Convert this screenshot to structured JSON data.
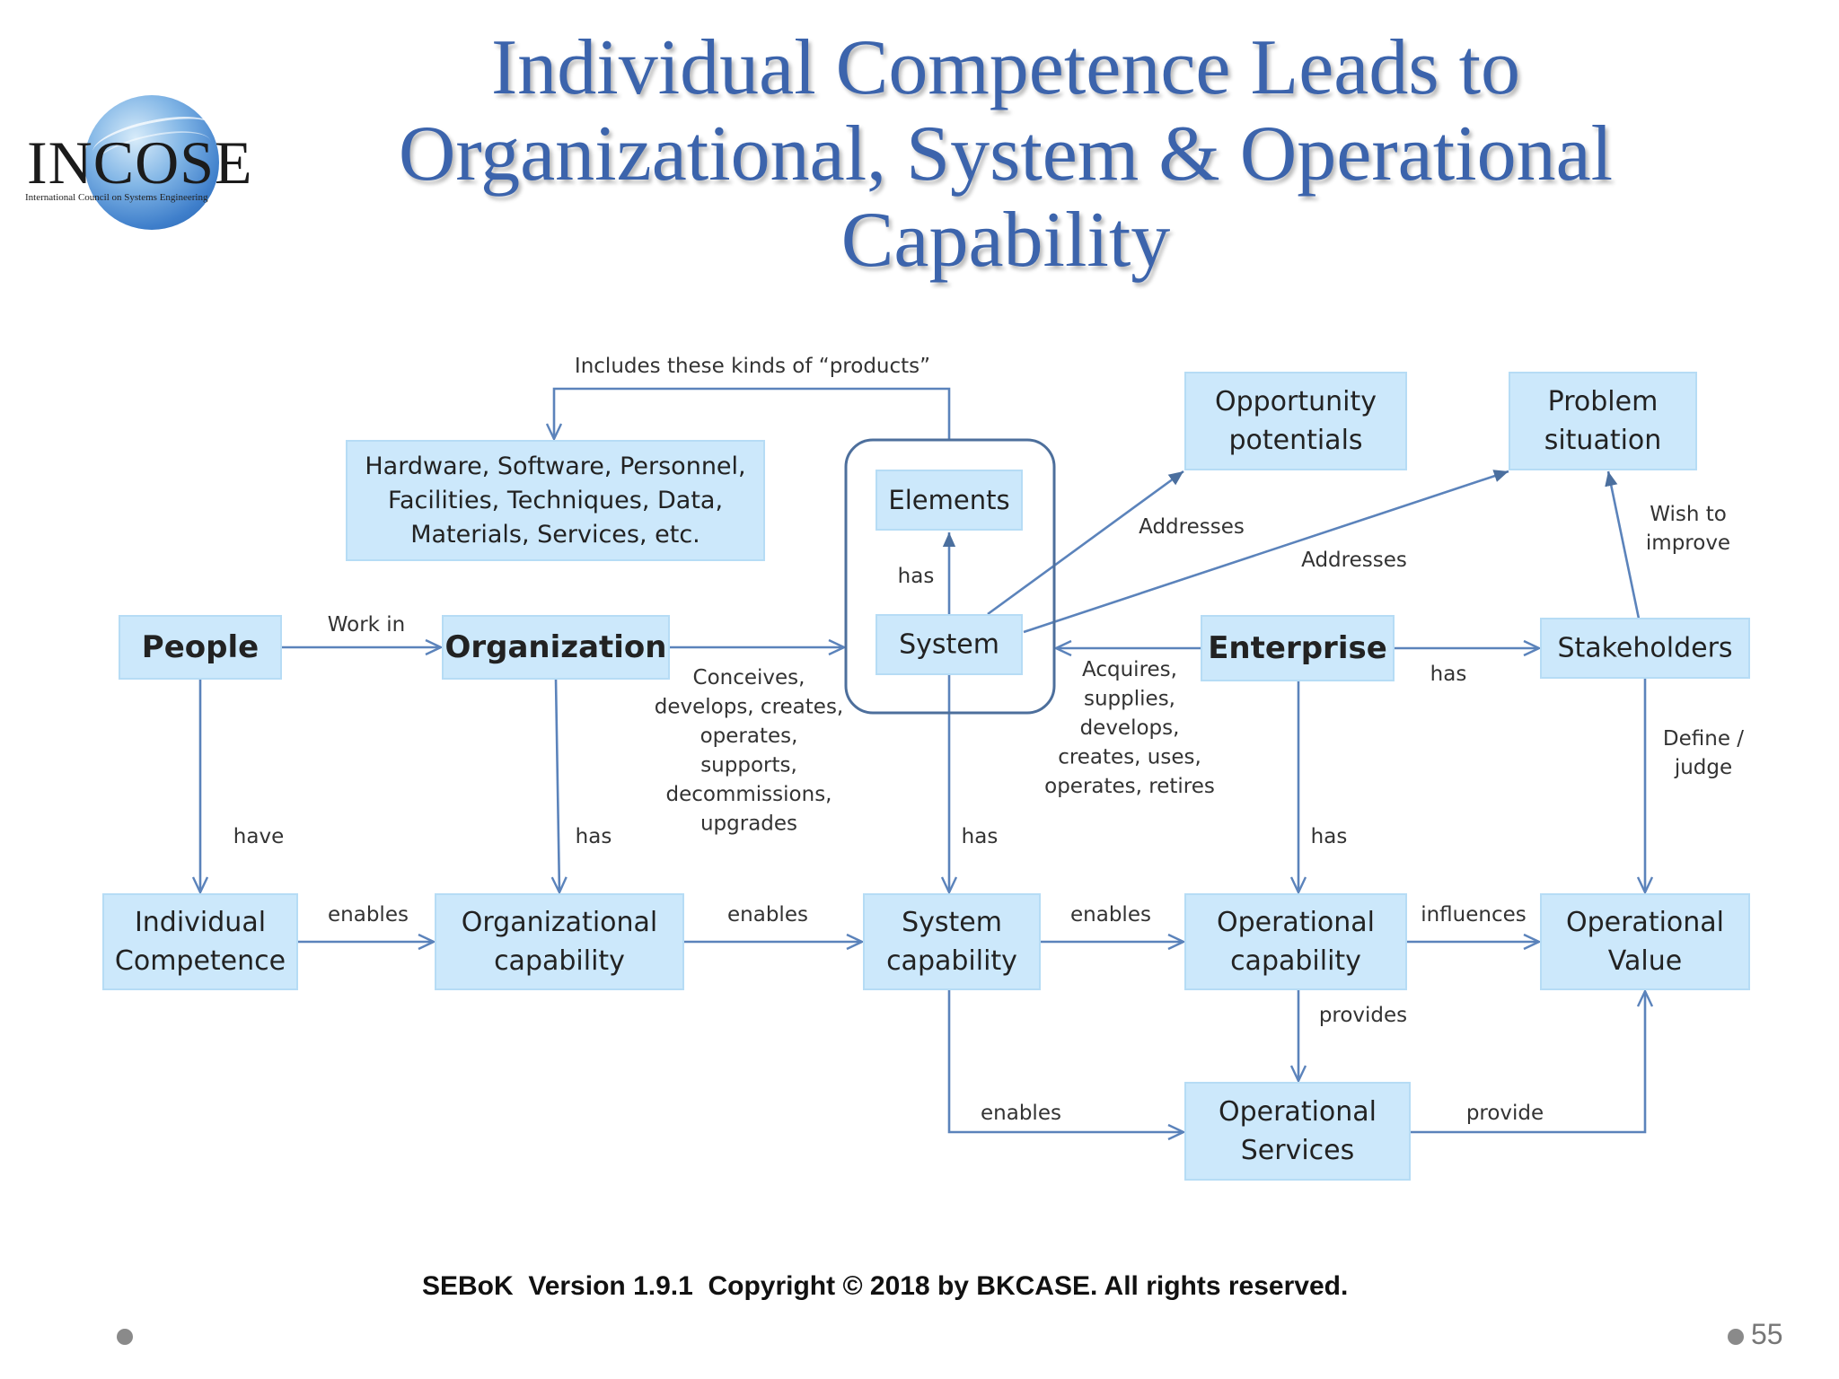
{
  "title": {
    "line1": "Individual Competence Leads to",
    "line2": "Organizational, System & Operational",
    "line3": "Capability"
  },
  "logo": {
    "name": "INCOSE",
    "subtitle": "International Council on Systems Engineering"
  },
  "colors": {
    "title": "#3c64ac",
    "box_fill": "#cce8fb",
    "box_border": "#b6dcf5",
    "arrow": "#5b83bb",
    "boundary": "#4d6f9c"
  },
  "nodes": {
    "people": "People",
    "organization": "Organization",
    "system": "System",
    "elements": "Elements",
    "enterprise": "Enterprise",
    "stakeholders": "Stakeholders",
    "opportunity": [
      "Opportunity",
      "potentials"
    ],
    "problem": [
      "Problem",
      "situation"
    ],
    "products": [
      "Hardware, Software, Personnel,",
      "Facilities, Techniques, Data,",
      "Materials, Services, etc."
    ],
    "individual_competence": [
      "Individual",
      "Competence"
    ],
    "org_capability": [
      "Organizational",
      "capability"
    ],
    "system_capability": [
      "System",
      "capability"
    ],
    "op_capability": [
      "Operational",
      "capability"
    ],
    "op_value": [
      "Operational",
      "Value"
    ],
    "op_services": [
      "Operational",
      "Services"
    ]
  },
  "edges": {
    "includes": "Includes these kinds of “products”",
    "work_in": "Work in",
    "conceives": [
      "Conceives,",
      "develops, creates,",
      "operates,",
      "supports,",
      "decommissions,",
      "upgrades"
    ],
    "acquires": [
      "Acquires,",
      "supplies,",
      "develops,",
      "creates, uses,",
      "operates, retires"
    ],
    "has_elements": "has",
    "addresses_1": "Addresses",
    "addresses_2": "Addresses",
    "wish": [
      "Wish to",
      "improve"
    ],
    "ent_has": "has",
    "define": [
      "Define /",
      "judge"
    ],
    "have": "have",
    "org_has": "has",
    "sys_has": "has",
    "ent_has_cap": "has",
    "enables_1": "enables",
    "enables_2": "enables",
    "enables_3": "enables",
    "influences": "influences",
    "provides": "provides",
    "enables_4": "enables",
    "provide": "provide"
  },
  "footer": {
    "text": "SEBoK  Version 1.9.1  Copyright © 2018 by BKCASE. All rights reserved.",
    "page": "55"
  }
}
